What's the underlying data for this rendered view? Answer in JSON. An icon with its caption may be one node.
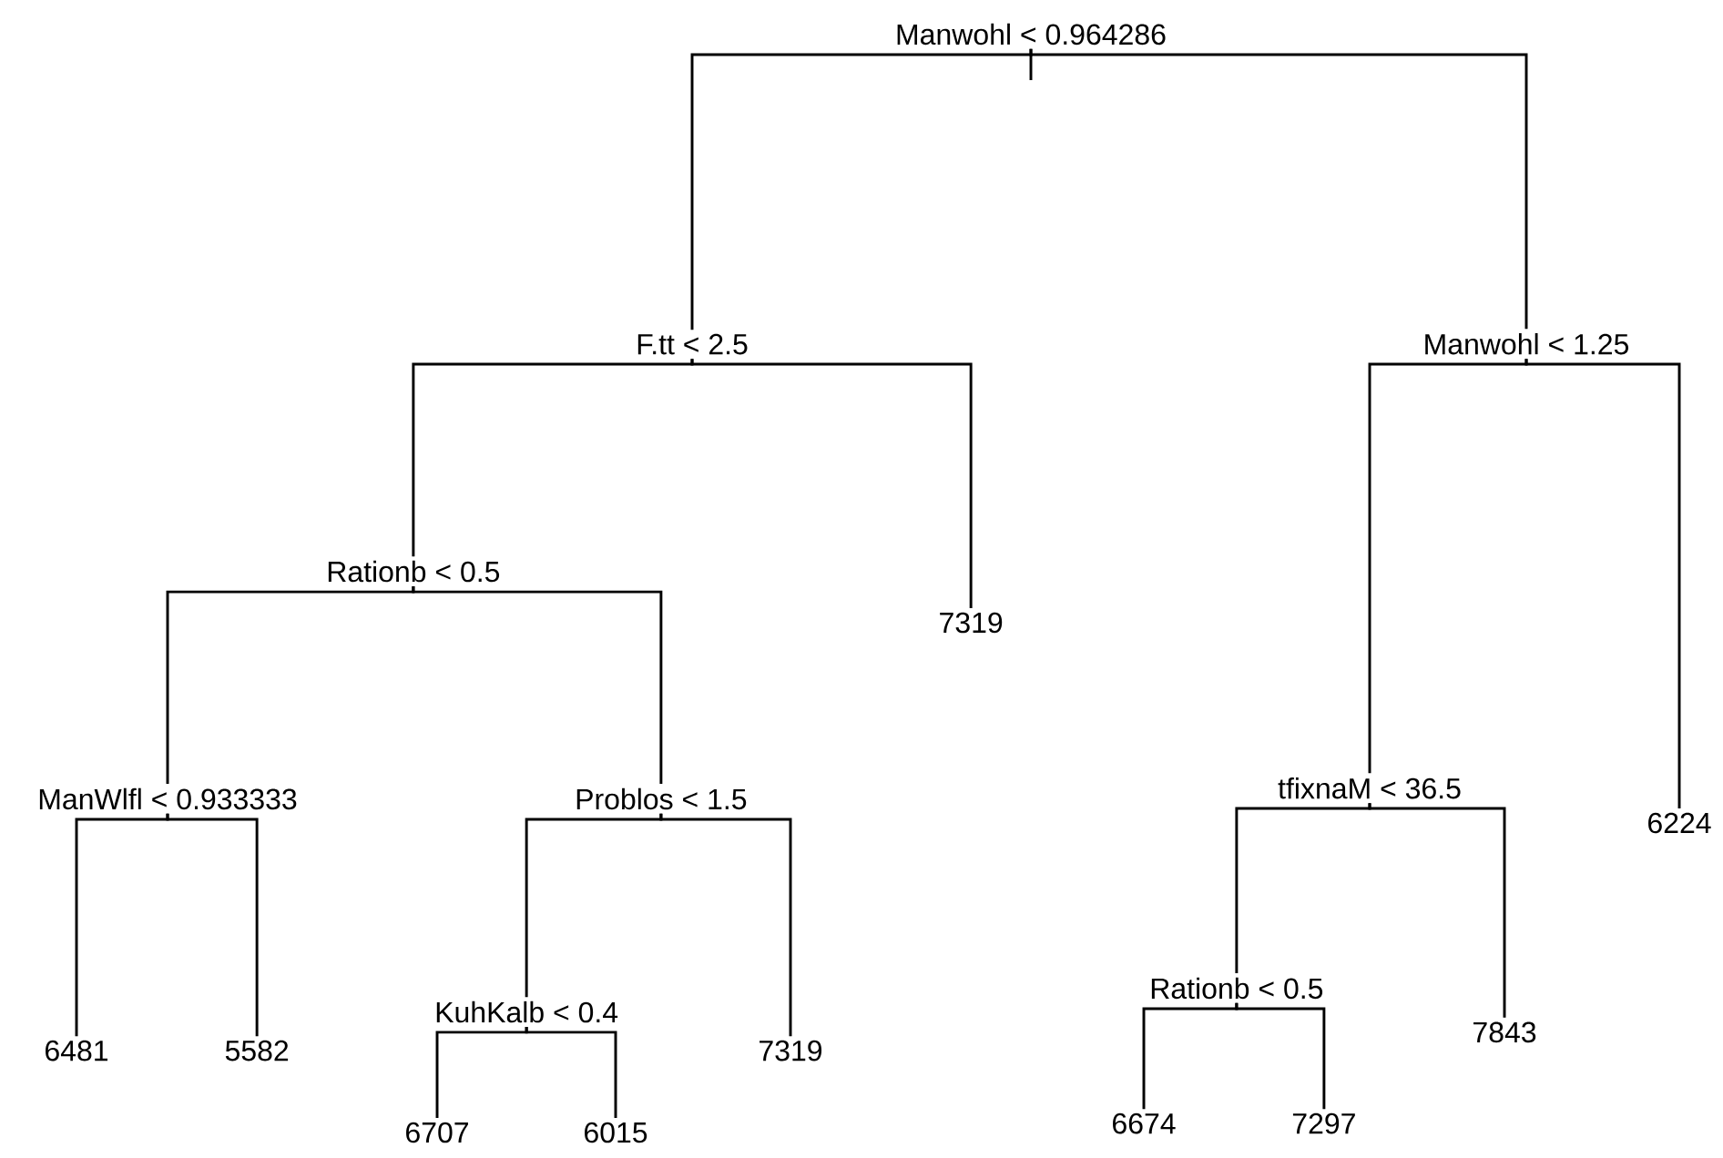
{
  "diagram": {
    "nodes": [
      {
        "text": [
          "Manwohl < 0.964286"
        ]
      },
      {
        "text": [
          "F.tt < 2.5"
        ]
      },
      {
        "text": [
          "Rationb < 0.5"
        ]
      },
      {
        "text": [
          "ManWlfl < 0.933333"
        ]
      },
      {
        "text": [
          "6481"
        ]
      },
      {
        "text": [
          "5582"
        ]
      },
      {
        "text": [
          "Problos < 1.5"
        ]
      },
      {
        "text": [
          "KuhKalb < 0.4"
        ]
      },
      {
        "text": [
          "6707"
        ]
      },
      {
        "text": [
          "6015"
        ]
      },
      {
        "text": [
          "7319"
        ]
      },
      {
        "text": [
          "7319"
        ]
      },
      {
        "text": [
          "Manwohl < 1.25"
        ]
      },
      {
        "text": [
          "tfixnaM < 36.5"
        ]
      },
      {
        "text": [
          "Rationb < 0.5"
        ]
      },
      {
        "text": [
          "6674"
        ]
      },
      {
        "text": [
          "7297"
        ]
      },
      {
        "text": [
          "7843"
        ]
      },
      {
        "text": [
          "6224"
        ]
      }
    ],
    "edges": [
      {
        "from": 0,
        "to": 1,
        "arrow": "none"
      },
      {
        "from": 0,
        "to": 12,
        "arrow": "none"
      },
      {
        "from": 1,
        "to": 2,
        "arrow": "none"
      },
      {
        "from": 1,
        "to": 11,
        "arrow": "none"
      },
      {
        "from": 2,
        "to": 3,
        "arrow": "none"
      },
      {
        "from": 2,
        "to": 6,
        "arrow": "none"
      },
      {
        "from": 3,
        "to": 4,
        "arrow": "none"
      },
      {
        "from": 3,
        "to": 5,
        "arrow": "none"
      },
      {
        "from": 6,
        "to": 7,
        "arrow": "none"
      },
      {
        "from": 6,
        "to": 10,
        "arrow": "none"
      },
      {
        "from": 7,
        "to": 8,
        "arrow": "none"
      },
      {
        "from": 7,
        "to": 9,
        "arrow": "none"
      },
      {
        "from": 12,
        "to": 13,
        "arrow": "none"
      },
      {
        "from": 12,
        "to": 18,
        "arrow": "none"
      },
      {
        "from": 13,
        "to": 14,
        "arrow": "none"
      },
      {
        "from": 13,
        "to": 17,
        "arrow": "none"
      },
      {
        "from": 14,
        "to": 15,
        "arrow": "none"
      },
      {
        "from": 14,
        "to": 16,
        "arrow": "none"
      }
    ]
  }
}
